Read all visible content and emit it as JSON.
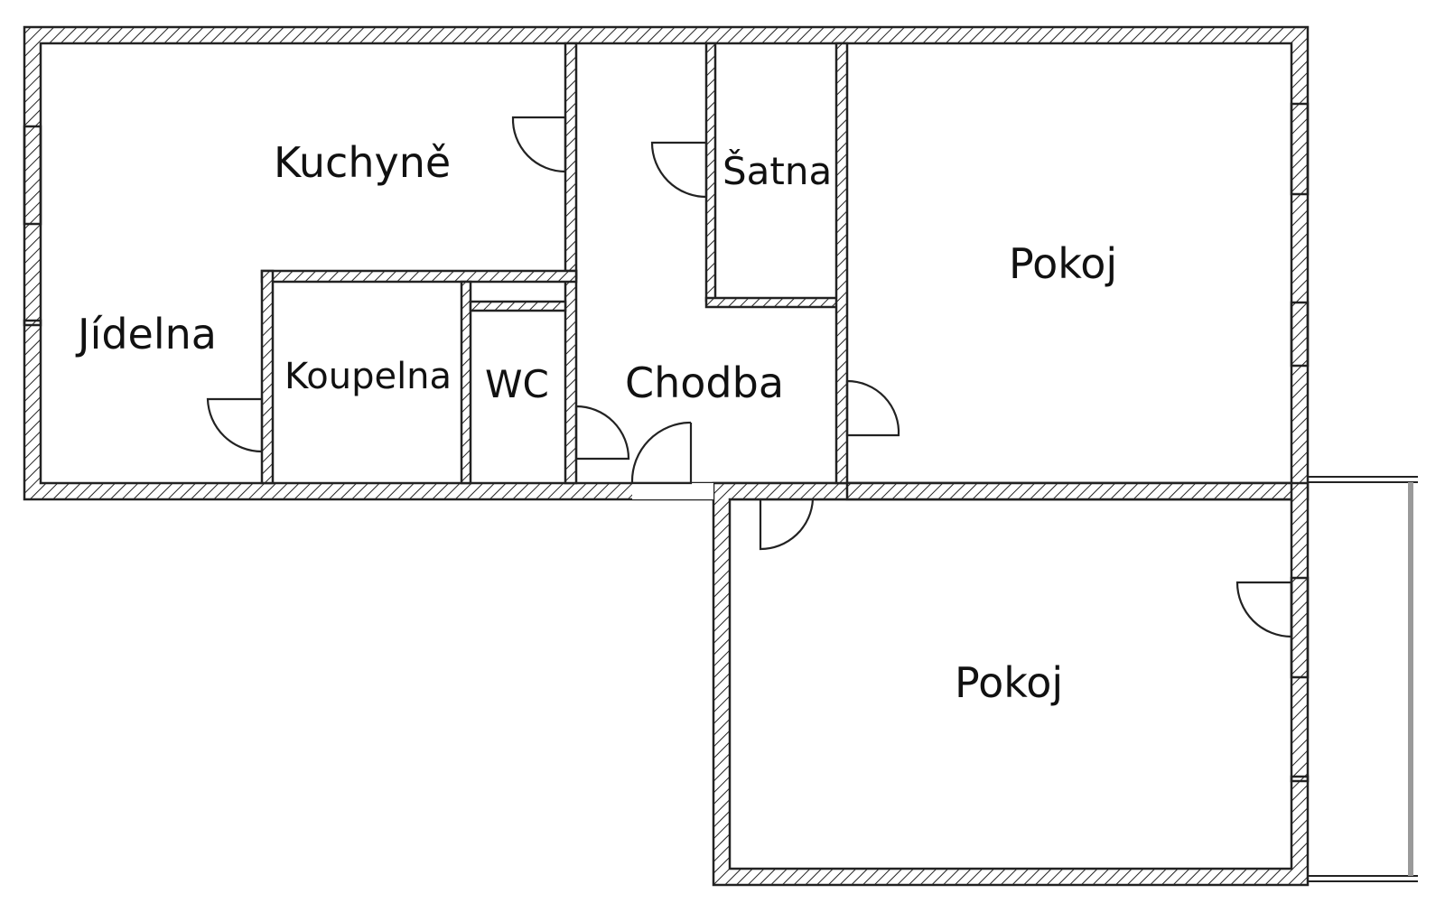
{
  "rooms": {
    "kuchyne": "Kuchyně",
    "jidelna": "Jídelna",
    "koupelna": "Koupelna",
    "wc": "WC",
    "chodba": "Chodba",
    "satna": "Šatna",
    "pokoj_upper": "Pokoj",
    "pokoj_lower": "Pokoj"
  },
  "colors": {
    "wall": "#222222",
    "background": "#ffffff",
    "balcony_rail": "#9a9a9a"
  }
}
